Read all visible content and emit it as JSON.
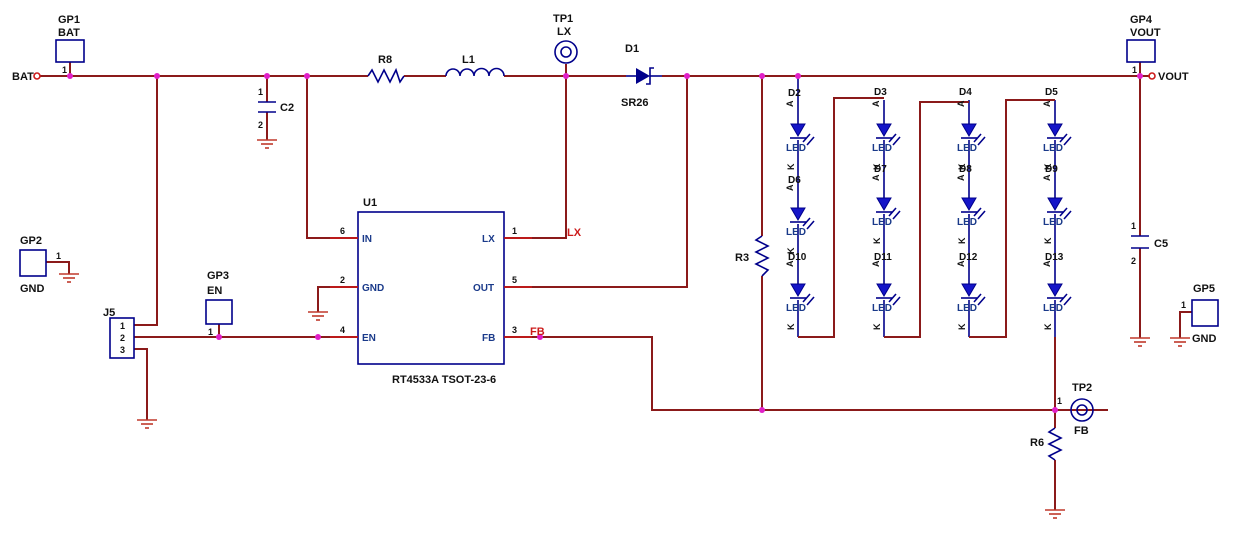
{
  "nets": {
    "bat": "BAT",
    "vout": "VOUT",
    "lx": "LX",
    "fb": "FB"
  },
  "test_points": [
    {
      "ref": "GP1",
      "label": "BAT"
    },
    {
      "ref": "GP2",
      "label": "GND"
    },
    {
      "ref": "GP3",
      "label": "EN"
    },
    {
      "ref": "GP4",
      "label": "VOUT"
    },
    {
      "ref": "GP5",
      "label": "GND"
    },
    {
      "ref": "TP1",
      "label": "LX"
    },
    {
      "ref": "TP2",
      "label": "FB"
    }
  ],
  "components": {
    "r8": "R8",
    "l1": "L1",
    "d1": "D1",
    "d1_part": "SR26",
    "c2": "C2",
    "c5": "C5",
    "r3": "R3",
    "r6": "R6",
    "j5": "J5",
    "u1": "U1",
    "u1_part": "RT4533A TSOT-23-6"
  },
  "u1_pins": [
    {
      "num": "6",
      "name": "IN"
    },
    {
      "num": "2",
      "name": "GND"
    },
    {
      "num": "4",
      "name": "EN"
    },
    {
      "num": "1",
      "name": "LX"
    },
    {
      "num": "5",
      "name": "OUT"
    },
    {
      "num": "3",
      "name": "FB"
    }
  ],
  "j5_pins": [
    "1",
    "2",
    "3"
  ],
  "cap_pins": [
    "1",
    "2"
  ],
  "led_refs": [
    [
      "D2",
      "D6",
      "D10"
    ],
    [
      "D3",
      "D7",
      "D11"
    ],
    [
      "D4",
      "D8",
      "D12"
    ],
    [
      "D5",
      "D9",
      "D13"
    ]
  ],
  "led_text": {
    "label": "LED",
    "anode": "A",
    "cathode": "K"
  },
  "pin_one": "1"
}
